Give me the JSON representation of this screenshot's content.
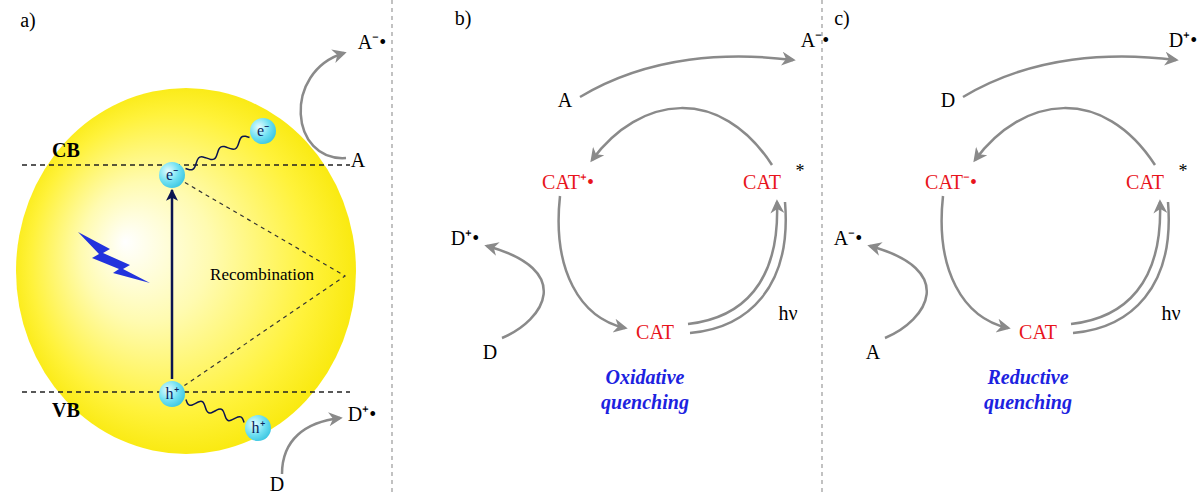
{
  "diagram": {
    "nodes": [
      {
        "text": [
          "e⁻"
        ]
      },
      {
        "text": [
          "e⁻"
        ]
      },
      {
        "text": [
          "h⁺"
        ]
      },
      {
        "text": [
          "h⁺"
        ]
      }
    ],
    "edges": [
      {
        "from": 2,
        "to": 1,
        "arrow": "to"
      },
      {
        "from": 1,
        "to": 0,
        "arrow": "none"
      },
      {
        "from": 2,
        "to": 3,
        "arrow": "none"
      },
      {
        "from": 1,
        "to": 2,
        "arrow": "none",
        "label": "Recombination"
      }
    ],
    "labels": [
      "a)",
      "A⁻•",
      "A",
      "CB",
      "VB",
      "D⁺•",
      "D",
      "b)",
      "A",
      "A⁻•",
      "CAT⁺•",
      "CAT",
      "*",
      "D⁺•",
      "D",
      "CAT",
      "hν",
      "Oxidative quenching",
      "c)",
      "D",
      "D⁺•",
      "CAT⁻•",
      "CAT",
      "*",
      "A⁻•",
      "A",
      "CAT",
      "hν",
      "Reductive quenching"
    ]
  }
}
